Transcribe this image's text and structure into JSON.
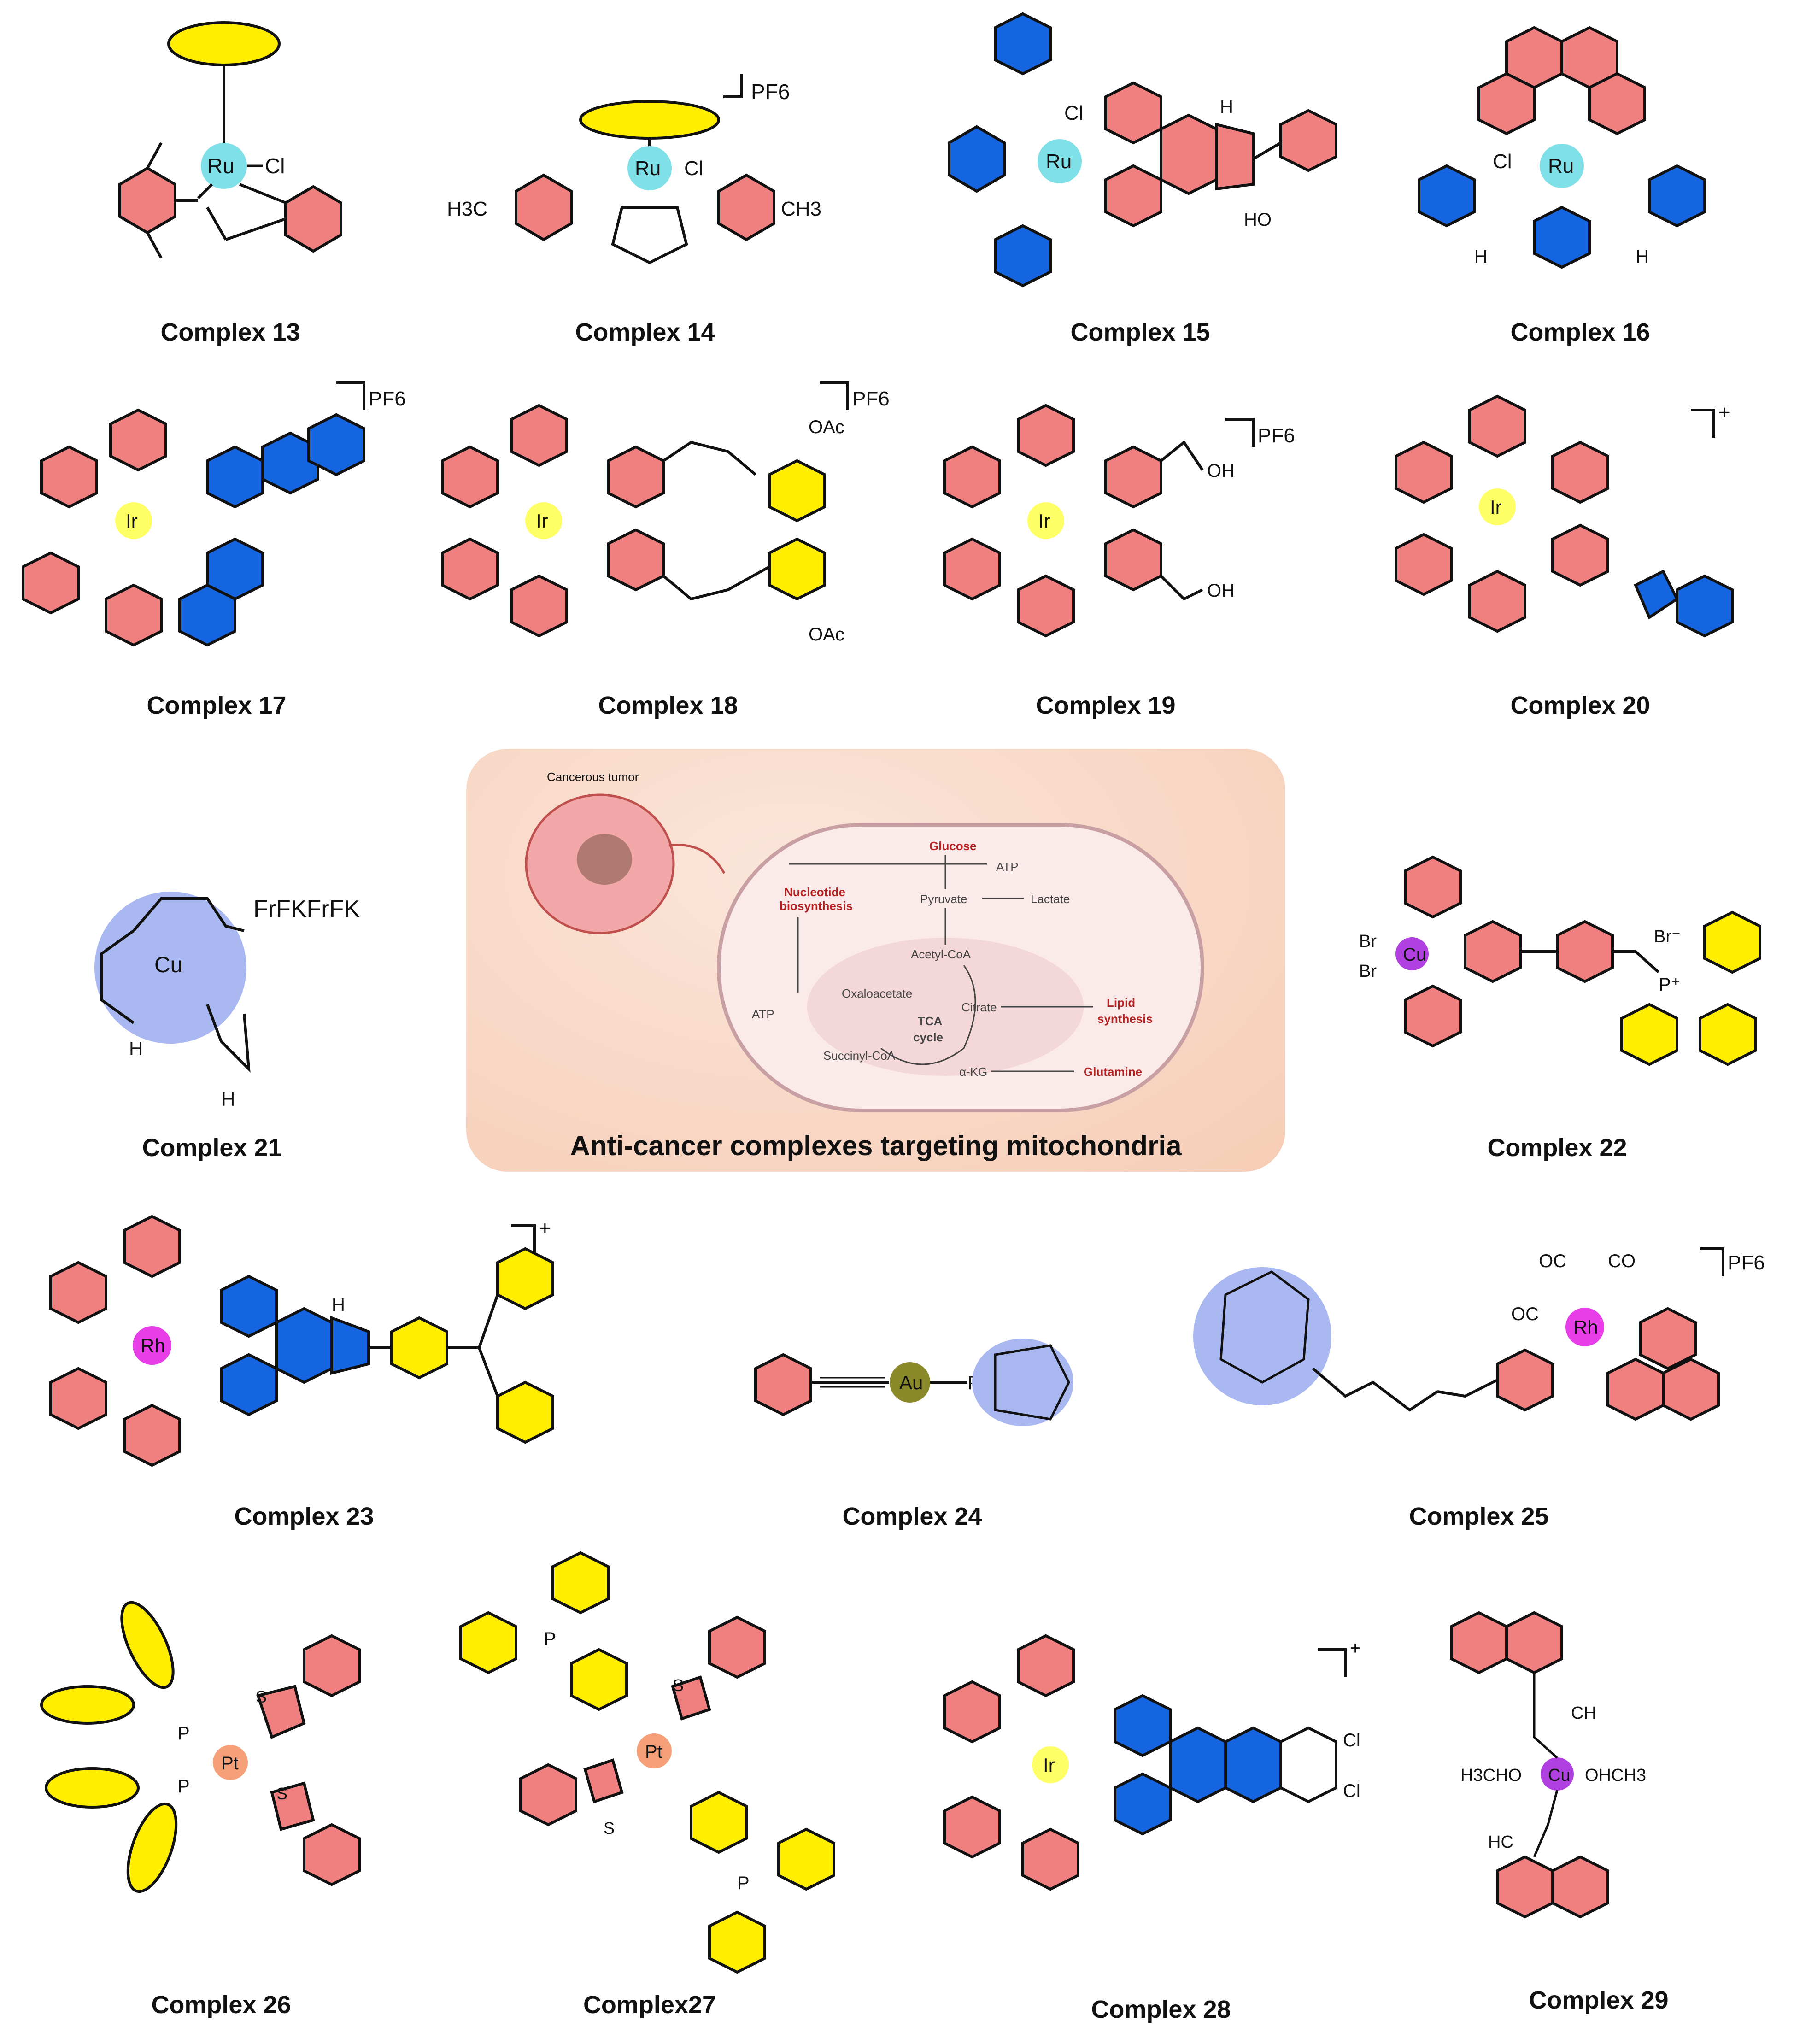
{
  "colors": {
    "pink_ring": "#f08080",
    "blue_ring": "#1565e0",
    "yellow_ring": "#ffee00",
    "ru_sphere": "#7fe0e8",
    "ir_sphere": "#ffff66",
    "rh_sphere": "#e83ee8",
    "cu_sphere": "#b040e0",
    "pt_sphere": "#f6a07a",
    "au_sphere": "#8a8a2a",
    "cage_blue": "#a9b8f0"
  },
  "complexes": {
    "c13": {
      "caption": "Complex 13",
      "metal": "Ru",
      "ligand": "Cl"
    },
    "c14": {
      "caption": "Complex 14",
      "metal": "Ru",
      "ligand": "Cl",
      "counterion": "PF6",
      "left_group": "H3C",
      "right_group": "CH3"
    },
    "c15": {
      "caption": "Complex 15",
      "metal": "Ru",
      "ligand": "Cl",
      "nh": "H",
      "oh": "HO"
    },
    "c16": {
      "caption": "Complex 16",
      "metal": "Ru",
      "ligand": "Cl",
      "nh": "H"
    },
    "c17": {
      "caption": "Complex 17",
      "metal": "Ir",
      "counterion": "PF6"
    },
    "c18": {
      "caption": "Complex 18",
      "metal": "Ir",
      "counterion": "PF6",
      "ester": "OAc"
    },
    "c19": {
      "caption": "Complex 19",
      "metal": "Ir",
      "counterion": "PF6",
      "oh": "OH"
    },
    "c20": {
      "caption": "Complex 20",
      "metal": "Ir",
      "charge": "+"
    },
    "c21": {
      "caption": "Complex 21",
      "metal": "Cu",
      "peptide": "FrFKFrFK",
      "nh": "H"
    },
    "c22": {
      "caption": "Complex 22",
      "metal": "Cu",
      "halide": "Br",
      "anion": "Br⁻",
      "phosphonium": "P⁺"
    },
    "c23": {
      "caption": "Complex 23",
      "metal": "Rh",
      "charge": "+",
      "nh": "H"
    },
    "c24": {
      "caption": "Complex 24",
      "metal": "Au",
      "p": "P"
    },
    "c25": {
      "caption": "Complex 25",
      "metal": "Rh",
      "counterion": "PF6",
      "co": "OC",
      "co2": "CO"
    },
    "c26": {
      "caption": "Complex 26",
      "metal": "Pt",
      "p": "P",
      "s": "S"
    },
    "c27": {
      "caption": "Complex27",
      "metal": "Pt",
      "p": "P",
      "s": "S"
    },
    "c28": {
      "caption": "Complex 28",
      "metal": "Ir",
      "charge": "+",
      "cl": "Cl"
    },
    "c29": {
      "caption": "Complex 29",
      "metal": "Cu",
      "left_group": "H3CHO",
      "right_group": "OHCH3",
      "ch": "CH",
      "hc": "HC"
    }
  },
  "center": {
    "title": "Anti-cancer complexes targeting mitochondria",
    "tumor_label": "Cancerous tumor",
    "pathway": {
      "glucose": "Glucose",
      "atp_top": "ATP",
      "nucleotide": "Nucleotide",
      "biosynthesis": "biosynthesis",
      "pyruvate": "Pyruvate",
      "lactate": "Lactate",
      "acetyl_coa": "Acetyl-CoA",
      "oxaloacetate": "Oxaloacetate",
      "citrate": "Citrate",
      "lipid": "Lipid",
      "synthesis": "synthesis",
      "atp_left": "ATP",
      "tca": "TCA",
      "cycle": "cycle",
      "succinyl": "Succinyl-CoA",
      "akg": "α-KG",
      "glutamine": "Glutamine"
    }
  }
}
